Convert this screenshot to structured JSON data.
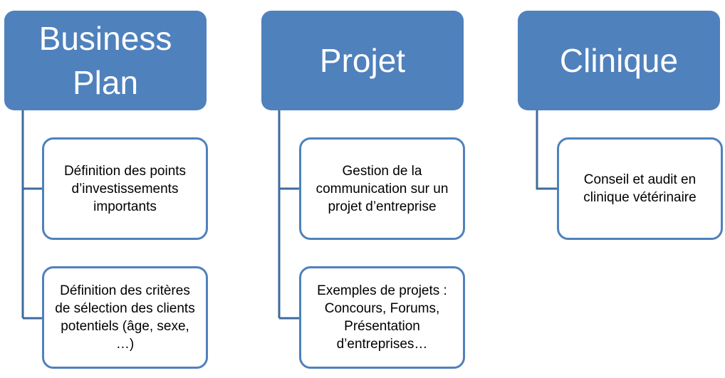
{
  "colors": {
    "header_fill": "#4f81bd",
    "header_text": "#ffffff",
    "child_border": "#4f81bd",
    "child_fill": "#ffffff",
    "connector": "#3e6a9e"
  },
  "columns": [
    {
      "header": "Business Plan",
      "header_lines": [
        "Business",
        "Plan"
      ],
      "items": [
        "Définition des points d’investissements importants",
        "Définition des critères de sélection des clients potentiels (âge, sexe, …)"
      ]
    },
    {
      "header": "Projet",
      "header_lines": [
        "Projet"
      ],
      "items": [
        "Gestion de la communication sur un projet d’entreprise",
        "Exemples de projets : Concours, Forums, Présentation d’entreprises…"
      ]
    },
    {
      "header": "Clinique",
      "header_lines": [
        "Clinique"
      ],
      "items": [
        "Conseil et audit en clinique vétérinaire"
      ]
    }
  ]
}
